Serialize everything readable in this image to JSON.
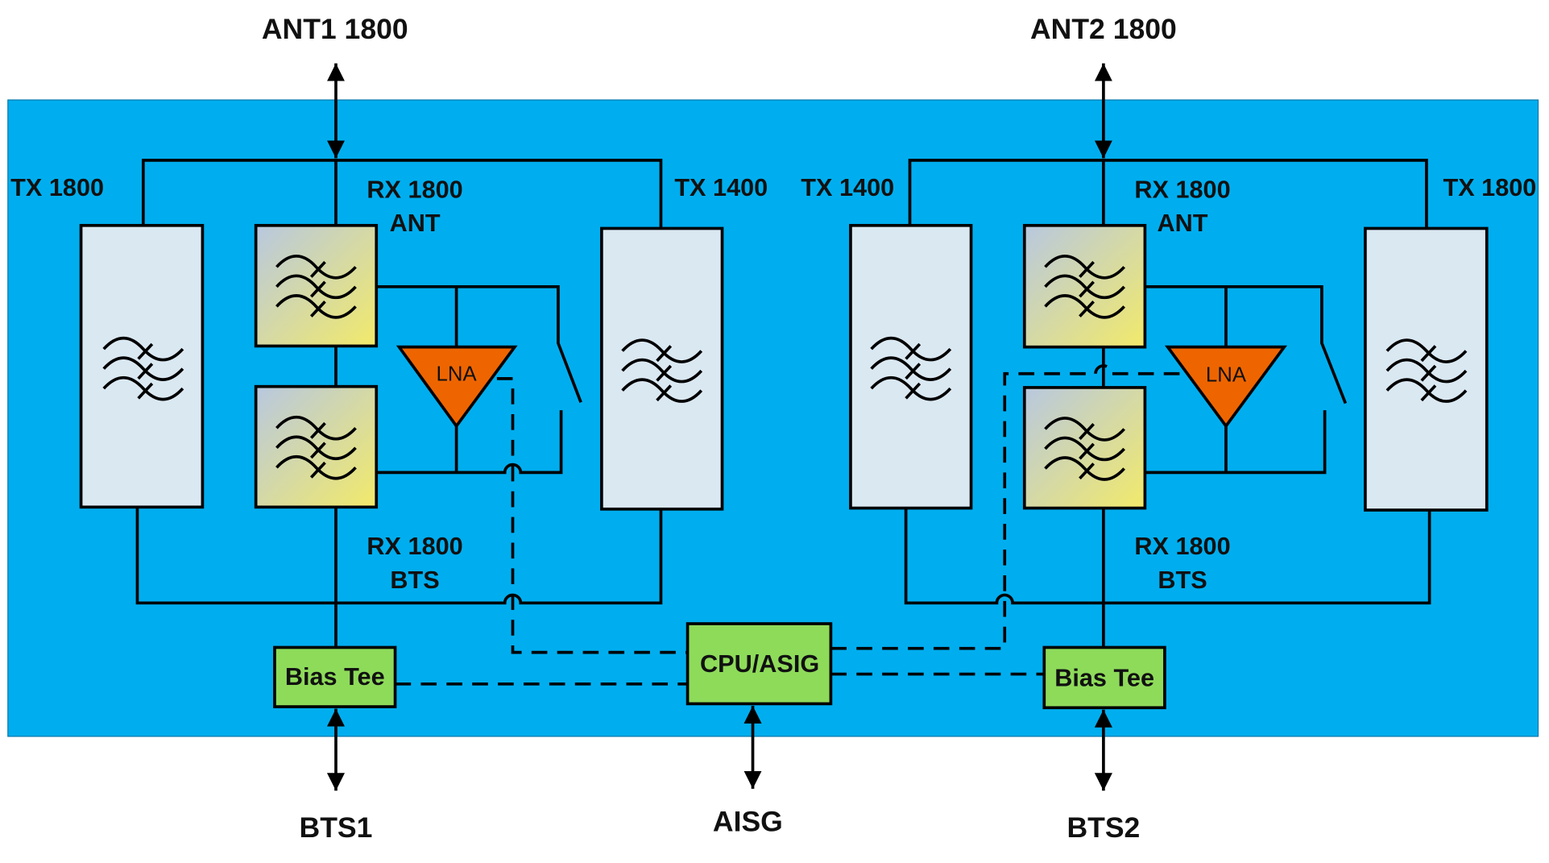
{
  "diagram": {
    "external": {
      "ant1": "ANT1 1800",
      "ant2": "ANT2 1800",
      "bts1": "BTS1",
      "bts2": "BTS2",
      "aisg": "AISG"
    },
    "left": {
      "tx_a": "TX 1800",
      "tx_b": "TX 1400",
      "rx_ant_1": "RX 1800",
      "rx_ant_2": "ANT",
      "rx_bts_1": "RX 1800",
      "rx_bts_2": "BTS",
      "lna": "LNA",
      "bias_tee": "Bias Tee"
    },
    "right": {
      "tx_a": "TX 1400",
      "tx_b": "TX 1800",
      "rx_ant_1": "RX 1800",
      "rx_ant_2": "ANT",
      "rx_bts_1": "RX 1800",
      "rx_bts_2": "BTS",
      "lna": "LNA",
      "bias_tee": "Bias Tee"
    },
    "cpu": "CPU/ASIG",
    "colors": {
      "background": "#00AEEF",
      "tx_filter": "#DAE8F2",
      "rx_filter_start": "#B8C8E0",
      "rx_filter_end": "#F2EA6A",
      "lna": "#EE6500",
      "green_block": "#8EDB5A"
    }
  }
}
